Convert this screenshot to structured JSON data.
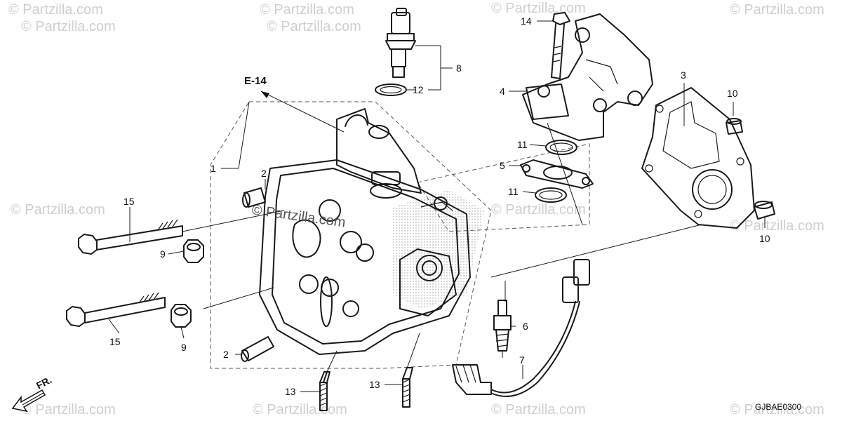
{
  "watermark_text": "© Partzilla.com",
  "center_watermark": "© Partzilla.com",
  "reference": "E-14",
  "direction_label": "FR.",
  "diagram_code": "GJBAE0300",
  "callouts": {
    "c1": "1",
    "c2a": "2",
    "c2b": "2",
    "c3": "3",
    "c4": "4",
    "c5": "5",
    "c6": "6",
    "c7": "7",
    "c8": "8",
    "c9a": "9",
    "c9b": "9",
    "c10a": "10",
    "c10b": "10",
    "c11a": "11",
    "c11b": "11",
    "c12": "12",
    "c13a": "13",
    "c13b": "13",
    "c14": "14",
    "c15a": "15",
    "c15b": "15"
  }
}
